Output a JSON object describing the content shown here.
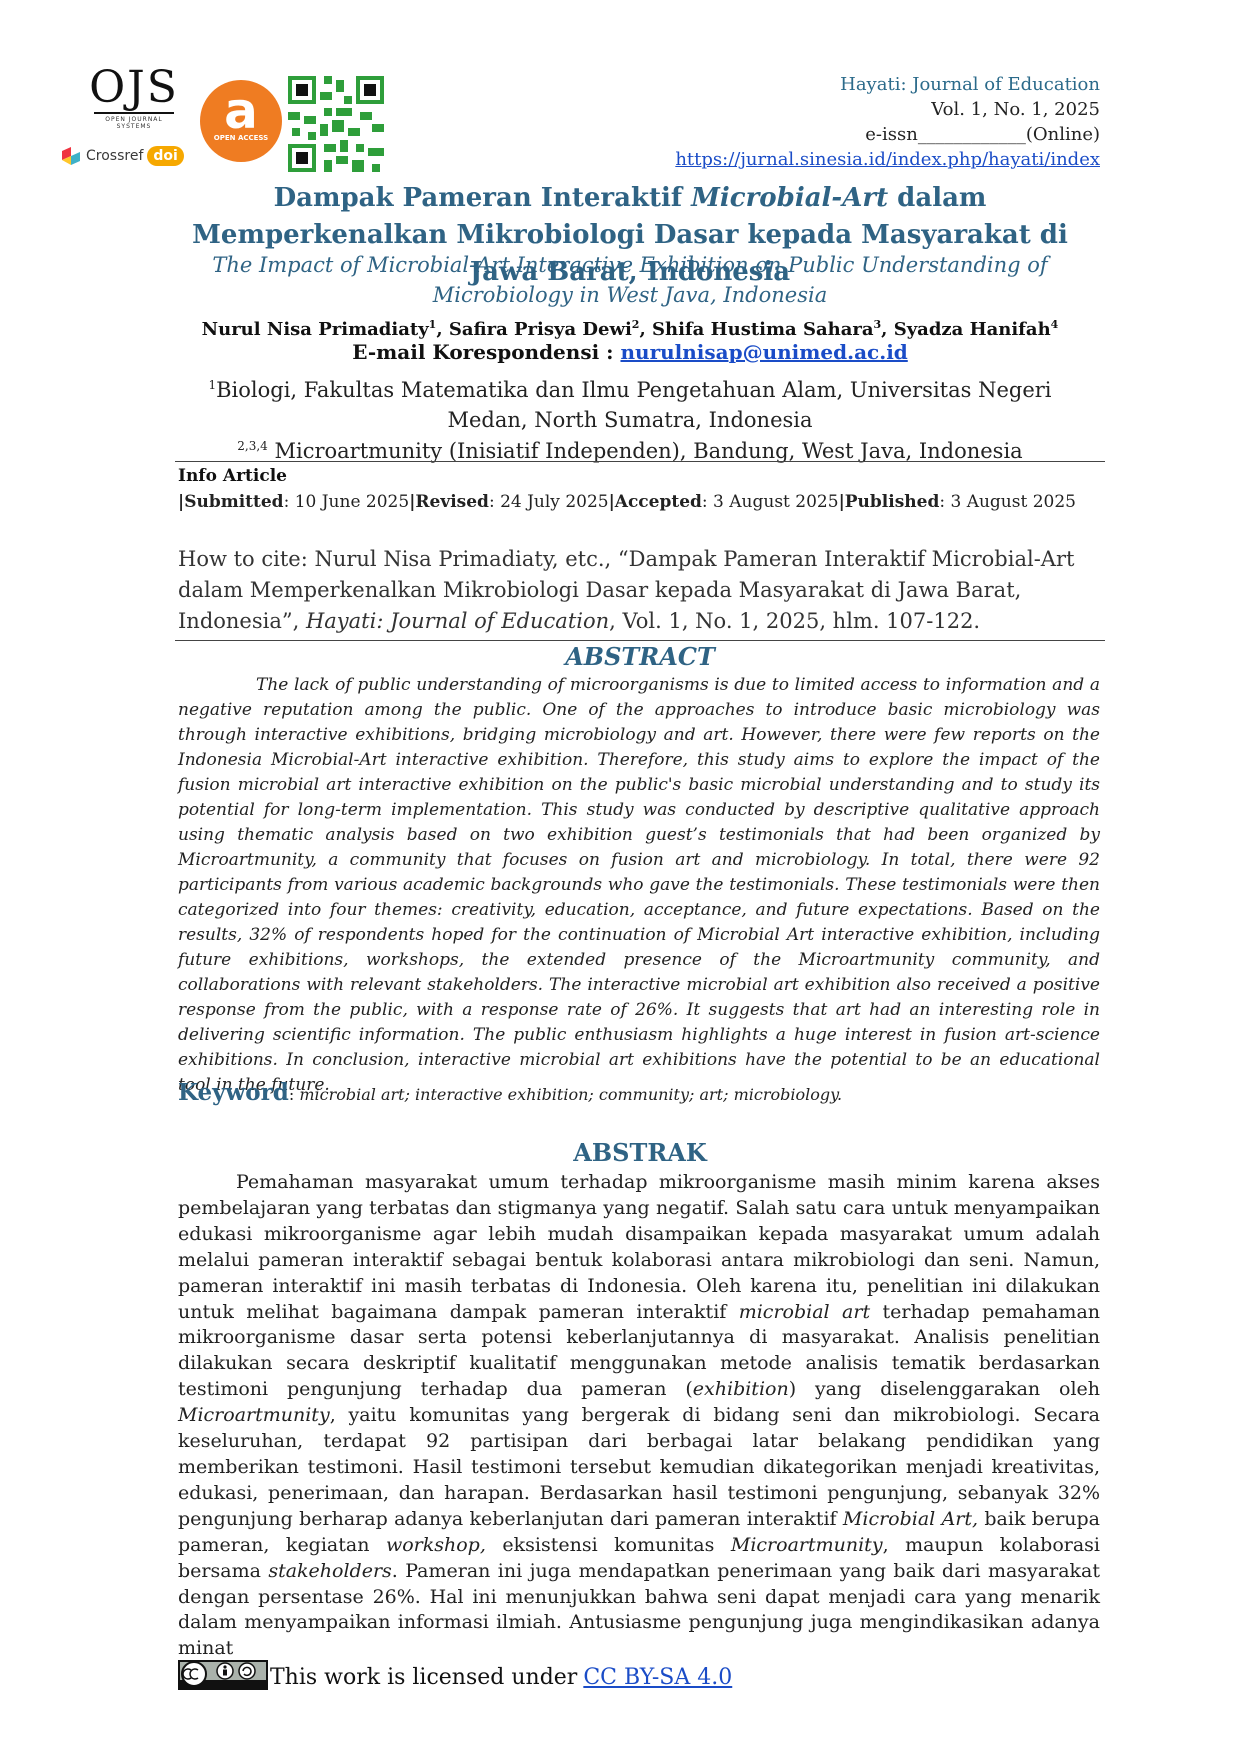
{
  "logos": {
    "ojs": {
      "mark": "OJS",
      "subtitle": "OPEN JOURNAL SYSTEMS"
    },
    "open_access": {
      "glyph": "a",
      "text": "OPEN ACCESS"
    },
    "crossref": {
      "text": "Crossref",
      "doi": "doi"
    }
  },
  "journal": {
    "name": "Hayati: Journal of Education",
    "volume": "Vol. 1, No. 1, 2025",
    "eissn": "e-issn____________(Online)",
    "url": "https://jurnal.sinesia.id/index.php/hayati/index"
  },
  "title": {
    "part1": "Dampak Pameran Interaktif ",
    "italic": "Microbial-Art",
    "part2": " dalam Memperkenalkan Mikrobiologi Dasar kepada Masyarakat di Jawa Barat, Indonesia",
    "english": "The Impact of Microbial-Art Interactive Exhibition on Public Understanding of Microbiology in West Java, Indonesia"
  },
  "authors": {
    "names": [
      {
        "name": "Nurul Nisa Primadiaty",
        "sup": "1"
      },
      {
        "name": "Safira Prisya Dewi",
        "sup": "2"
      },
      {
        "name": "Shifa Hustima Sahara",
        "sup": "3"
      },
      {
        "name": "Syadza Hanifah",
        "sup": "4"
      }
    ],
    "separator": ", ",
    "email_label": "E-mail Korespondensi : ",
    "email": "nurulnisap@unimed.ac.id",
    "affiliation1_sup": "1",
    "affiliation1": "Biologi, Fakultas Matematika dan Ilmu Pengetahuan Alam, Universitas Negeri Medan, North Sumatra, Indonesia",
    "affiliation2_sup": "2,3,4",
    "affiliation2": " Microartmunity (Inisiatif Independen), Bandung, West Java, Indonesia"
  },
  "info": {
    "heading": "Info Article",
    "bar": "|",
    "submitted_label": "Submitted",
    "submitted": ": 10 June 2025",
    "revised_label": "Revised",
    "revised": ": 24 July 2025",
    "accepted_label": "Accepted",
    "accepted": ": 3 August 2025",
    "published_label": "Published",
    "published": ": 3 August 2025"
  },
  "citation": {
    "prefix": "How to cite: Nurul Nisa Primadiaty, etc., “Dampak Pameran Interaktif Microbial-Art dalam Memperkenalkan Mikrobiologi Dasar kepada Masyarakat di Jawa Barat, Indonesia”, ",
    "journal_italic": "Hayati: Journal of Education",
    "suffix": ", Vol. 1, No. 1, 2025, hlm. 107-122."
  },
  "abstract": {
    "heading": "ABSTRACT",
    "text": "The lack of public understanding of microorganisms is due to limited access to information and a negative reputation among the public. One of the approaches to introduce basic microbiology was through interactive exhibitions, bridging microbiology and art. However, there were few reports on the Indonesia Microbial-Art interactive exhibition. Therefore, this study aims to explore the impact of the fusion microbial art interactive exhibition on the public's basic microbial understanding and to study its potential for long-term implementation. This study was conducted by descriptive qualitative approach using thematic analysis based on two exhibition guest’s testimonials that had been organized by Microartmunity, a community that focuses on fusion art and microbiology. In total, there were 92 participants from various academic backgrounds who gave the testimonials. These testimonials were then categorized into four themes: creativity, education, acceptance, and future expectations.  Based on the results, 32% of respondents hoped for the continuation of Microbial Art interactive exhibition, including future exhibitions, workshops, the extended presence of the Microartmunity community, and collaborations with relevant stakeholders. The interactive microbial art exhibition also received a positive response from the public, with a response rate of 26%. It suggests that art had an interesting role in delivering scientific information. The public enthusiasm highlights a huge interest in fusion art-science exhibitions. In conclusion, interactive microbial art exhibitions have the potential to be an educational tool in the future.",
    "keyword_label": "Keyword",
    "keyword_colon": ": ",
    "keywords": "microbial art; interactive exhibition; community; art; microbiology."
  },
  "abstrak": {
    "heading": "ABSTRAK",
    "s1": "Pemahaman masyarakat umum terhadap mikroorganisme masih minim karena akses pembelajaran yang terbatas dan stigmanya yang negatif. Salah satu cara untuk menyampaikan edukasi mikroorganisme agar lebih mudah disampaikan kepada masyarakat umum adalah melalui pameran interaktif sebagai bentuk kolaborasi antara mikrobiologi dan seni. Namun, pameran interaktif ini masih terbatas di Indonesia. Oleh karena itu, penelitian ini dilakukan untuk melihat bagaimana dampak pameran interaktif ",
    "i1": "microbial art",
    "s2": " terhadap pemahaman mikroorganisme dasar serta potensi keberlanjutannya di masyarakat. Analisis penelitian dilakukan secara deskriptif kualitatif menggunakan metode analisis tematik berdasarkan testimoni pengunjung terhadap dua pameran (",
    "i2": "exhibition",
    "s3": ") yang diselenggarakan oleh ",
    "i3": "Microartmunity",
    "s4": ", yaitu komunitas yang bergerak di bidang seni dan mikrobiologi. Secara keseluruhan, terdapat 92 partisipan dari berbagai latar belakang pendidikan yang memberikan testimoni. Hasil testimoni tersebut kemudian dikategorikan menjadi kreativitas, edukasi, penerimaan, dan harapan. Berdasarkan hasil testimoni pengunjung, sebanyak 32% pengunjung berharap adanya keberlanjutan dari pameran interaktif ",
    "i4": "Microbial Art,",
    "s5": " baik berupa pameran, kegiatan ",
    "i5": "workshop,",
    "s6": " eksistensi komunitas ",
    "i6": "Microartmunity",
    "s7": ", maupun kolaborasi bersama ",
    "i7": "stakeholders",
    "s8": ". Pameran ini juga mendapatkan penerimaan yang baik dari masyarakat dengan persentase 26%. Hal ini menunjukkan bahwa seni dapat menjadi cara yang menarik dalam menyampaikan informasi ilmiah. Antusiasme pengunjung juga mengindikasikan adanya minat"
  },
  "license": {
    "text": "This work is licensed under ",
    "link": "CC BY-SA 4.0"
  },
  "colors": {
    "heading_blue": "#2f6384",
    "link_blue": "#1a4cc7",
    "oa_orange": "#ef7c22",
    "qr_green": "#2e9e3a",
    "doi_yellow": "#f6a800"
  }
}
